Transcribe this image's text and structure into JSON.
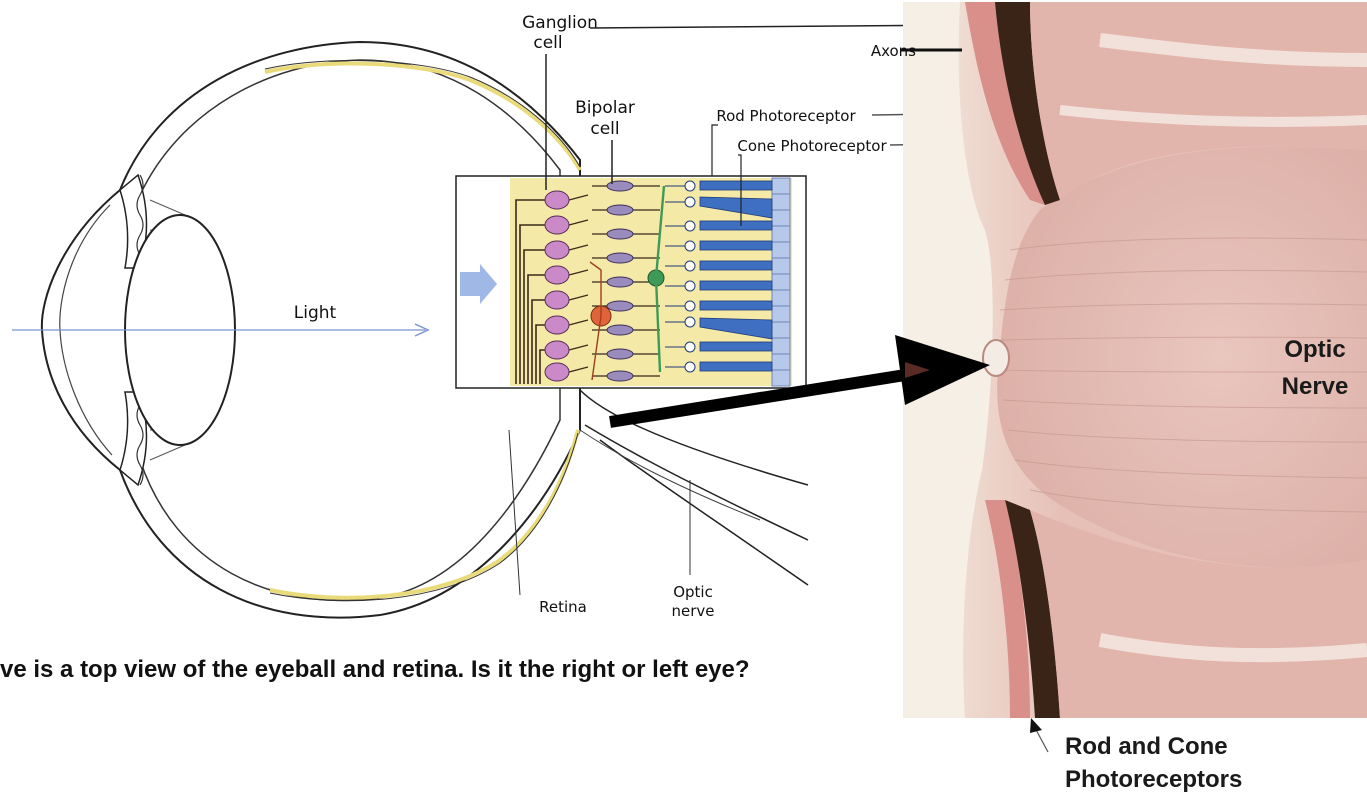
{
  "diagram": {
    "labels": {
      "ganglion_line1": "Ganglion",
      "ganglion_line2": "cell",
      "bipolar_line1": "Bipolar",
      "bipolar_line2": "cell",
      "rod": "Rod Photoreceptor",
      "cone": "Cone Photoreceptor",
      "axons": "Axons",
      "light": "Light",
      "retina": "Retina",
      "optic_nerve_line1": "Optic",
      "optic_nerve_line2": "nerve"
    },
    "colors": {
      "retina_yellow": "#f3e79c",
      "rod_blue": "#3f6fc0",
      "ganglion_purple": "#c98ac7",
      "bipolar_purple": "#9a8bbd",
      "tissue_pink": "#e7c0b8"
    }
  },
  "micrograph": {
    "optic_line1": "Optic",
    "optic_line2": "Nerve",
    "rc_line1": "Rod and Cone",
    "rc_line2": "Photoreceptors"
  },
  "question": "ve is a top view of the eyeball and retina. Is it the right or left eye?"
}
